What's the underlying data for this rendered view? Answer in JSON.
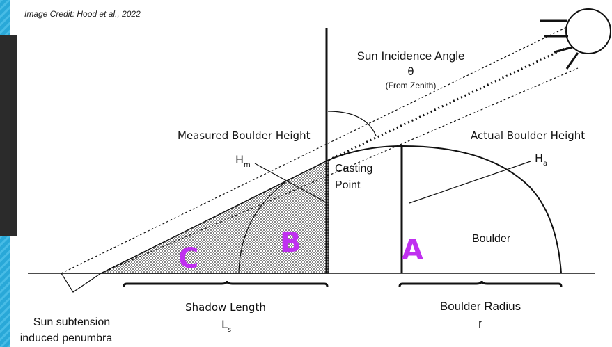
{
  "credit": "Image Credit: Hood et al., 2022",
  "labels": {
    "sun_angle_title": "Sun Incidence Angle",
    "theta": "θ",
    "from_zenith": "(From Zenith)",
    "measured_height": "Measured Boulder Height",
    "hm_base": "H",
    "hm_sub": "m",
    "actual_height": "Actual Boulder Height",
    "ha_base": "H",
    "ha_sub": "a",
    "casting_line1": "Casting",
    "casting_line2": "Point",
    "boulder": "Boulder",
    "shadow_length": "Shadow Length",
    "ls_base": "L",
    "ls_sub": "s",
    "boulder_radius": "Boulder Radius",
    "r": "r",
    "penumbra_line1": "Sun subtension",
    "penumbra_line2": "induced penumbra"
  },
  "regions": {
    "a": "A",
    "b": "B",
    "c": "C"
  },
  "colors": {
    "region_letters": "#c030f0",
    "line": "#111111",
    "slide_frame": "#2b2b2b",
    "slide_accent": "#29a8d8"
  }
}
